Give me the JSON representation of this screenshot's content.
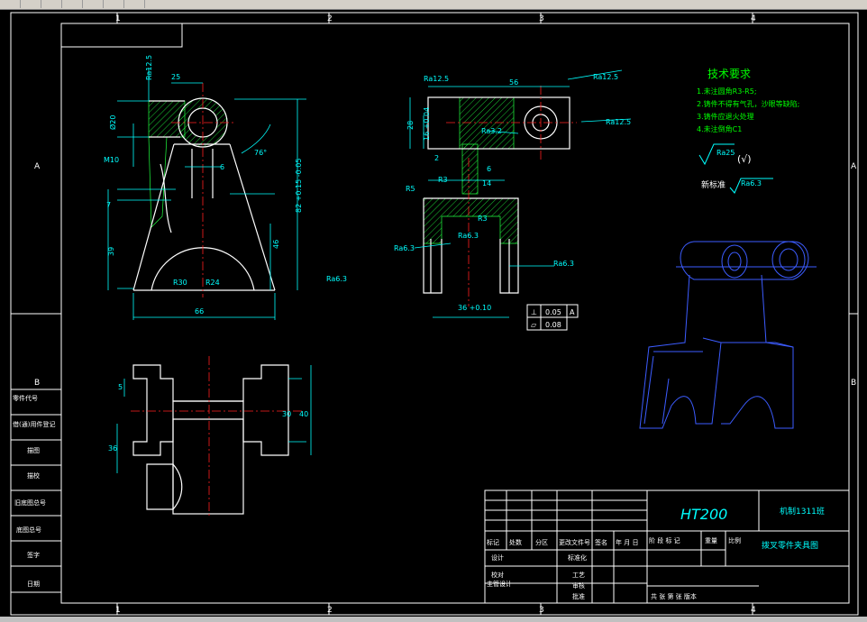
{
  "border": {
    "columns": [
      "1",
      "2",
      "3",
      "4"
    ],
    "rows": [
      "A",
      "B"
    ]
  },
  "tech_requirements": {
    "title": "技术要求",
    "items": [
      "1.未注圆角R3-R5;",
      "2.铸件不得有气孔，沙眼等缺陷;",
      "3.铸件应退火处理",
      "4.未注倒角C1"
    ],
    "roughness_general": "Ra25",
    "roughness_general_suffix": "(√)",
    "new_standard_label": "新标准",
    "new_standard_value": "Ra6.3"
  },
  "front_view": {
    "dims": [
      "Ra12.5",
      "25",
      "Ø20",
      "M10",
      "6",
      "76°",
      "7",
      "39",
      "46",
      "82 +0.15 -0.05",
      "R30",
      "R24",
      "66",
      "Ra6.3"
    ]
  },
  "side_view": {
    "dims": [
      "Ra12.5",
      "56",
      "Ra12.5",
      "Ra12.5",
      "28",
      "16 +0.04",
      "Ra3.2",
      "2",
      "6",
      "R3",
      "14",
      "R5",
      "R3",
      "Ra6.3",
      "Ra6.3",
      "Ra6.3",
      "36 +0.10"
    ]
  },
  "tolerances": [
    {
      "symbol": "⊥",
      "value": "0.05",
      "datum": "A"
    },
    {
      "symbol": "▱",
      "value": "0.08",
      "datum": ""
    }
  ],
  "top_view": {
    "dims": [
      "5",
      "30",
      "40",
      "36"
    ]
  },
  "left_table": {
    "rows": [
      "零件代号",
      "借(通)用件登记",
      "描图",
      "描校",
      "旧底图总号",
      "底图总号",
      "签字",
      "日期"
    ]
  },
  "title_block": {
    "material": "HT200",
    "class": "机制1311班",
    "drawing_name": "拨叉零件夹具图",
    "header_cells": [
      "标记",
      "处数",
      "分区",
      "更改文件号",
      "签名",
      "年 月 日"
    ],
    "stage_cells": [
      "阶 段 标 记",
      "重量",
      "比例"
    ],
    "role_cells": [
      "设计",
      "标准化",
      "校对",
      "工艺",
      "主管设计",
      "审核",
      "批准"
    ],
    "bottom_text": "共 张 第 张 版本"
  },
  "colors": {
    "frame": "#ffffff",
    "outline": "#ffffff",
    "dim": "#00ffff",
    "center": "#ff2020",
    "hatch": "#20ff40",
    "iso": "#3c5cff",
    "green_text": "#00ff00"
  }
}
